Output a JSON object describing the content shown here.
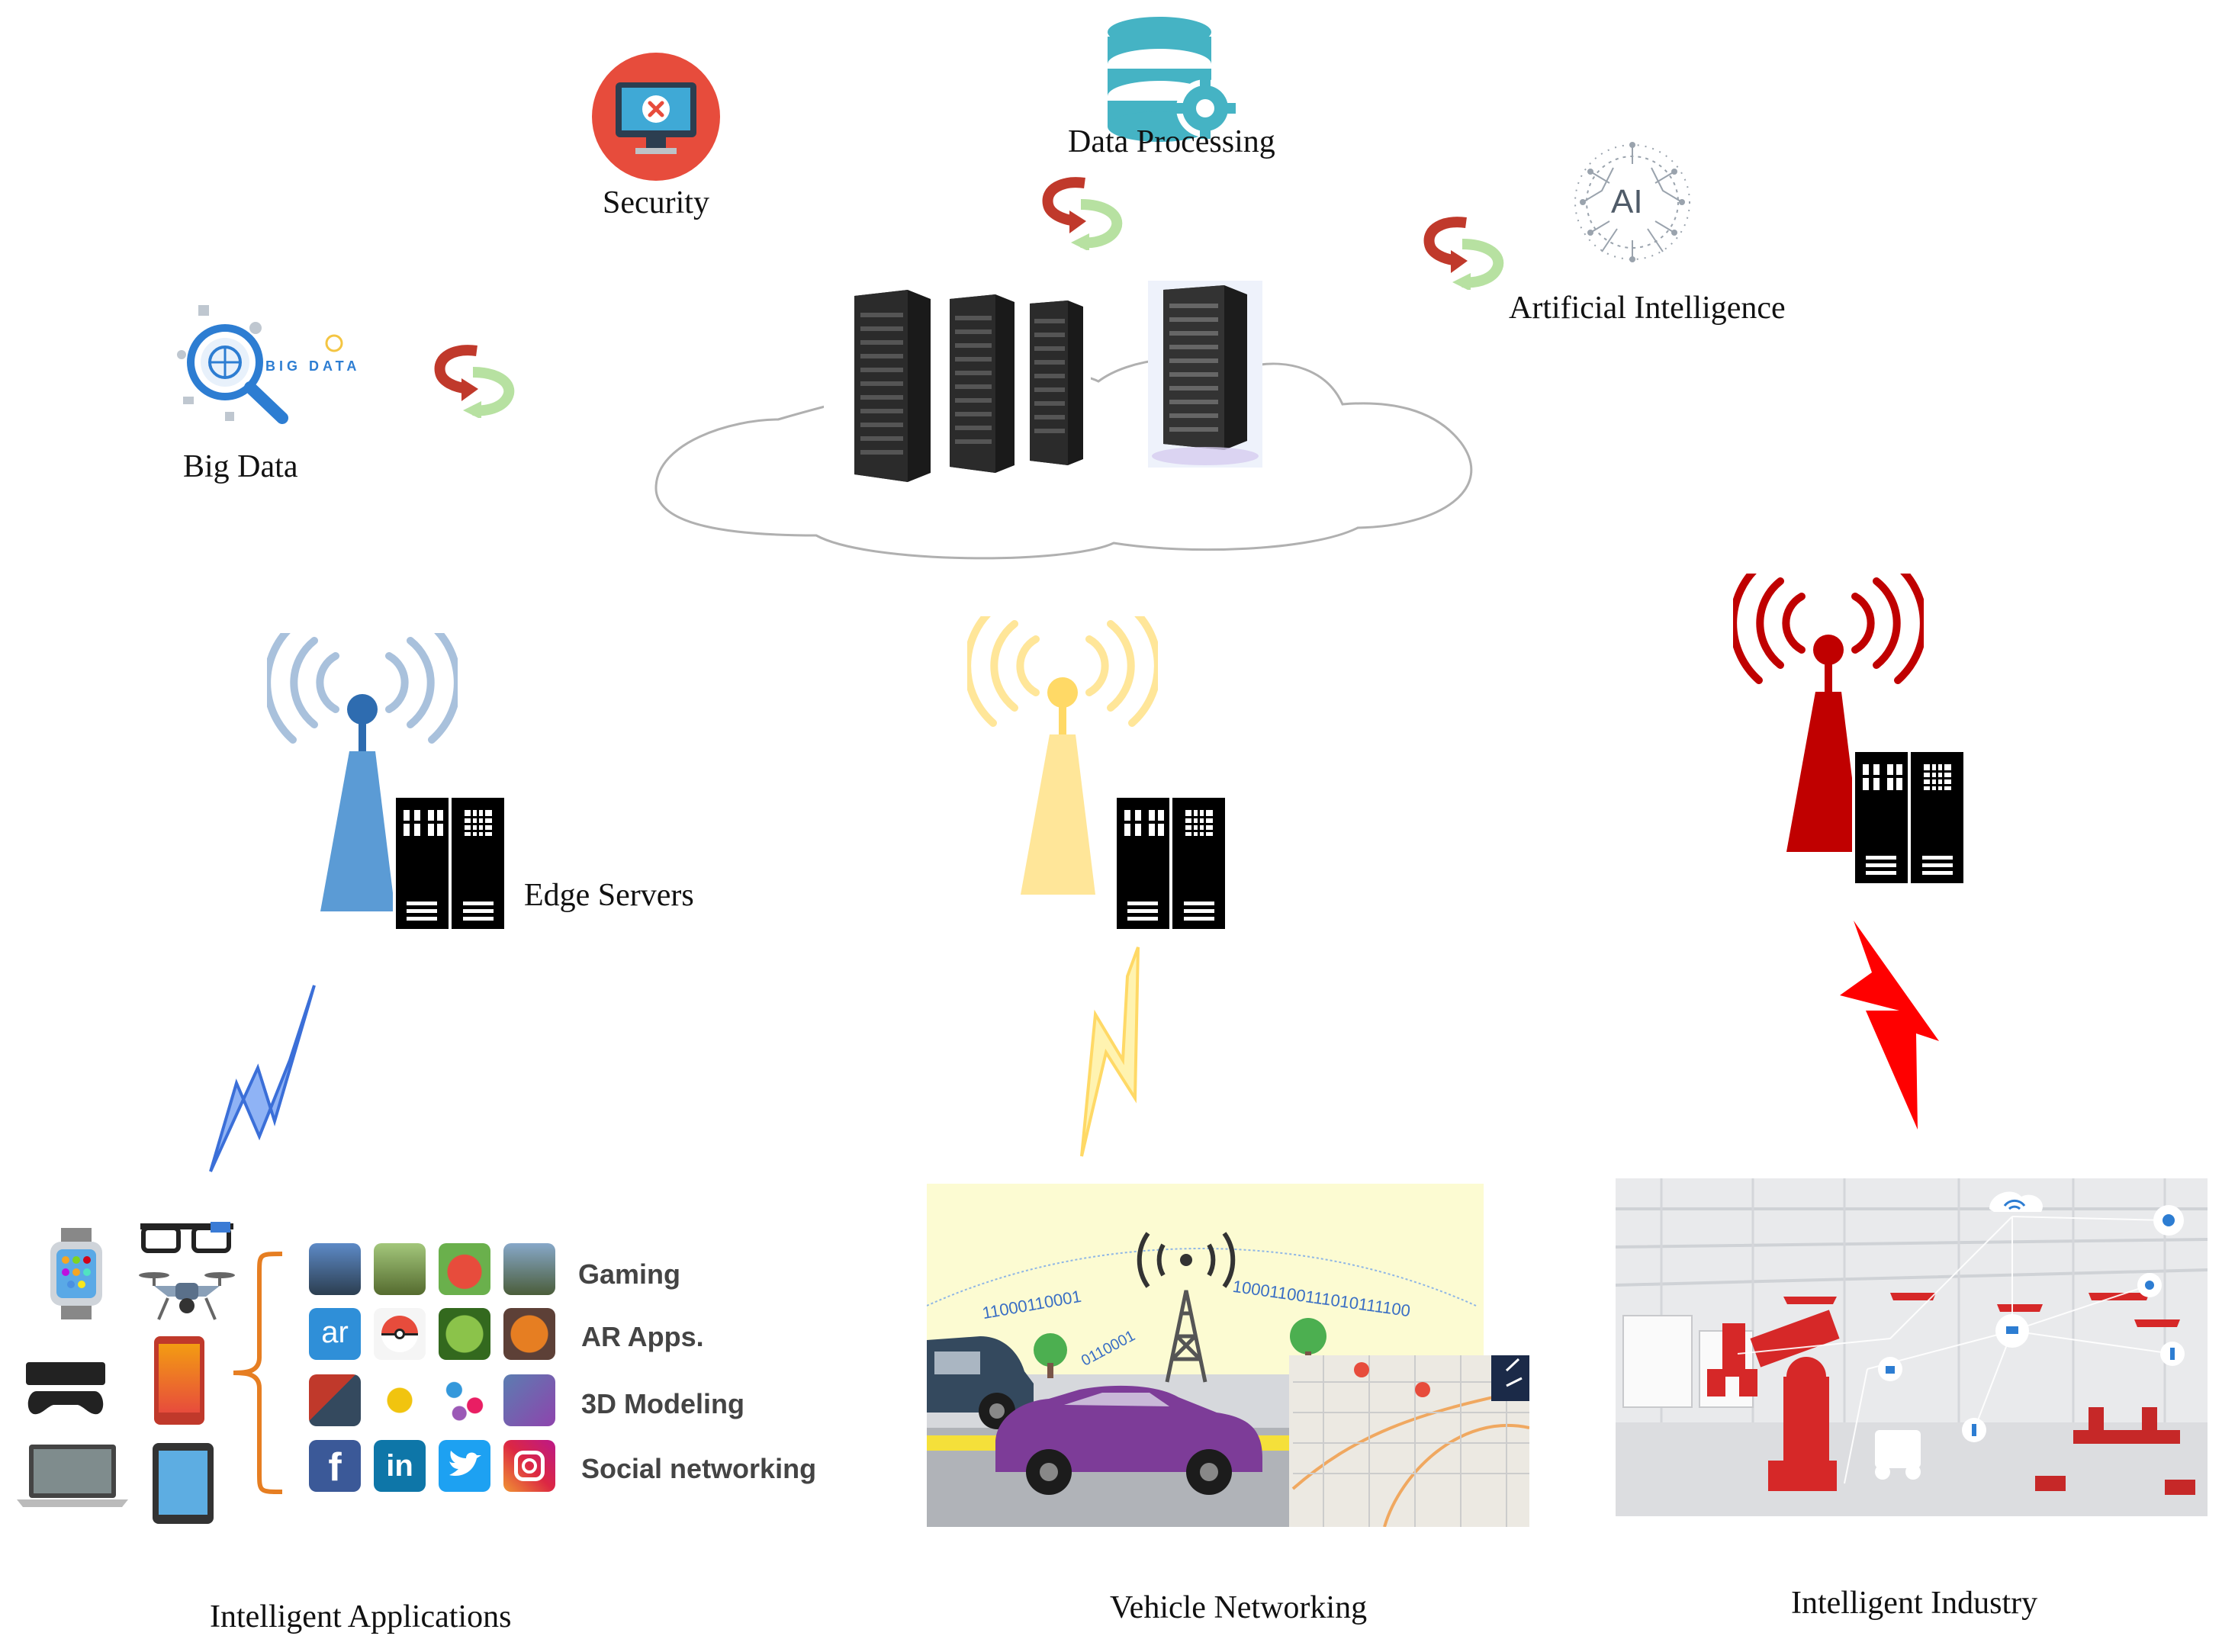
{
  "labels": {
    "security": "Security",
    "data_processing": "Data Processing",
    "artificial_intelligence": "Artificial Intelligence",
    "big_data": "Big Data",
    "edge_servers": "Edge Servers",
    "intelligent_applications": "Intelligent Applications",
    "vehicle_networking": "Vehicle Networking",
    "intelligent_industry": "Intelligent Industry"
  },
  "icon_text": {
    "ai": "AI",
    "big_data_logo": "BIG DATA",
    "ar": "ar",
    "facebook": "f",
    "linkedin": "in"
  },
  "app_categories": [
    "Gaming",
    "AR Apps.",
    "3D Modeling",
    "Social networking"
  ],
  "binary_text": {
    "left": "11000110001",
    "right": "10001100111010111100",
    "low": "0110001"
  },
  "colors": {
    "blue_tower": "#5b9bd5",
    "yellow_tower": "#ffe699",
    "red_tower": "#c00000",
    "blue_bolt": "#4a7fe0",
    "yellow_bolt": "#ffe26e",
    "red_bolt": "#ff0000",
    "security_red": "#e74c3c",
    "db_teal": "#45b3c4",
    "server_black": "#000000"
  }
}
